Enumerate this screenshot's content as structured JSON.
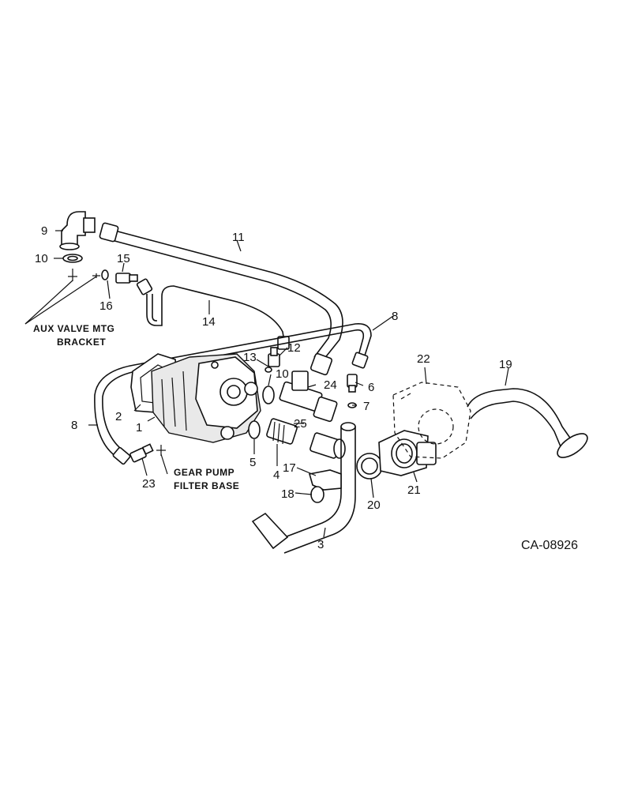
{
  "labels": {
    "l1": "1",
    "l2": "2",
    "l3": "3",
    "l4": "4",
    "l5": "5",
    "l6": "6",
    "l7": "7",
    "l8a": "8",
    "l8b": "8",
    "l9": "9",
    "l10a": "10",
    "l10b": "10",
    "l11": "11",
    "l12": "12",
    "l13": "13",
    "l14": "14",
    "l15": "15",
    "l16": "16",
    "l17": "17",
    "l18": "18",
    "l19": "19",
    "l20": "20",
    "l21": "21",
    "l22": "22",
    "l23": "23",
    "l24": "24",
    "l25": "25"
  },
  "notes": {
    "aux_line1": "AUX VALVE MTG",
    "aux_line2": "BRACKET",
    "gear_line1": "GEAR PUMP",
    "gear_line2": "FILTER BASE"
  },
  "drawing_code": "CA-08926"
}
